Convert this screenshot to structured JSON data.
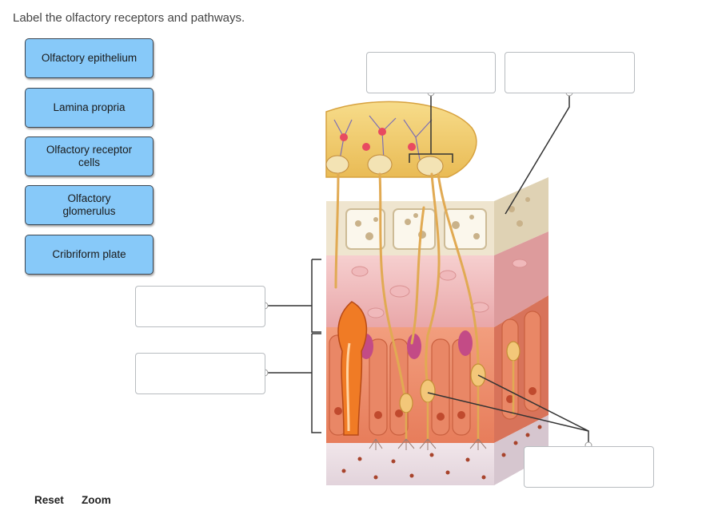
{
  "instructions": "Label the olfactory receptors and pathways.",
  "labels": [
    {
      "text": "Olfactory epithelium"
    },
    {
      "text": "Lamina propria"
    },
    {
      "text": "Olfactory receptor cells"
    },
    {
      "text": "Olfactory glomerulus"
    },
    {
      "text": "Cribriform plate"
    }
  ],
  "drop_targets": [
    {
      "value": ""
    },
    {
      "value": ""
    },
    {
      "value": ""
    },
    {
      "value": ""
    },
    {
      "value": ""
    }
  ],
  "footer": {
    "reset_label": "Reset",
    "zoom_label": "Zoom"
  },
  "colors": {
    "chip_fill": "#87c9f9",
    "bulb_fill": "#f3cf72",
    "bone_fill": "#efe5cf",
    "lamina_fill": "#f2c2c3",
    "epithelium_fill": "#ef9a78",
    "neuron_fill": "#f1c277"
  }
}
